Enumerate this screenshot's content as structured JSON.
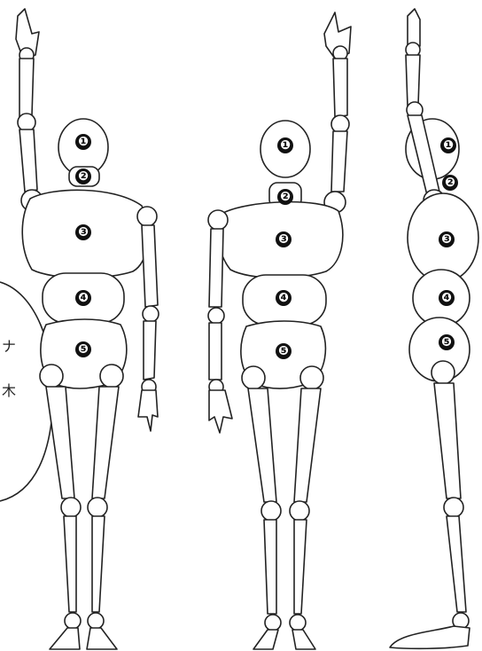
{
  "figures": [
    {
      "view": "front",
      "markers": [
        {
          "symbol": "❶"
        },
        {
          "symbol": "❷"
        },
        {
          "symbol": "❸"
        },
        {
          "symbol": "❹"
        },
        {
          "symbol": "❺"
        }
      ]
    },
    {
      "view": "back",
      "markers": [
        {
          "symbol": "❶"
        },
        {
          "symbol": "❷"
        },
        {
          "symbol": "❸"
        },
        {
          "symbol": "❹"
        },
        {
          "symbol": "❺"
        }
      ]
    },
    {
      "view": "side",
      "markers": [
        {
          "symbol": "❶"
        },
        {
          "symbol": "❷"
        },
        {
          "symbol": "❸"
        },
        {
          "symbol": "❹"
        },
        {
          "symbol": "❺"
        }
      ]
    }
  ],
  "speech_bubble": {
    "text_line_1": "ナ",
    "text_line_2": "木"
  }
}
